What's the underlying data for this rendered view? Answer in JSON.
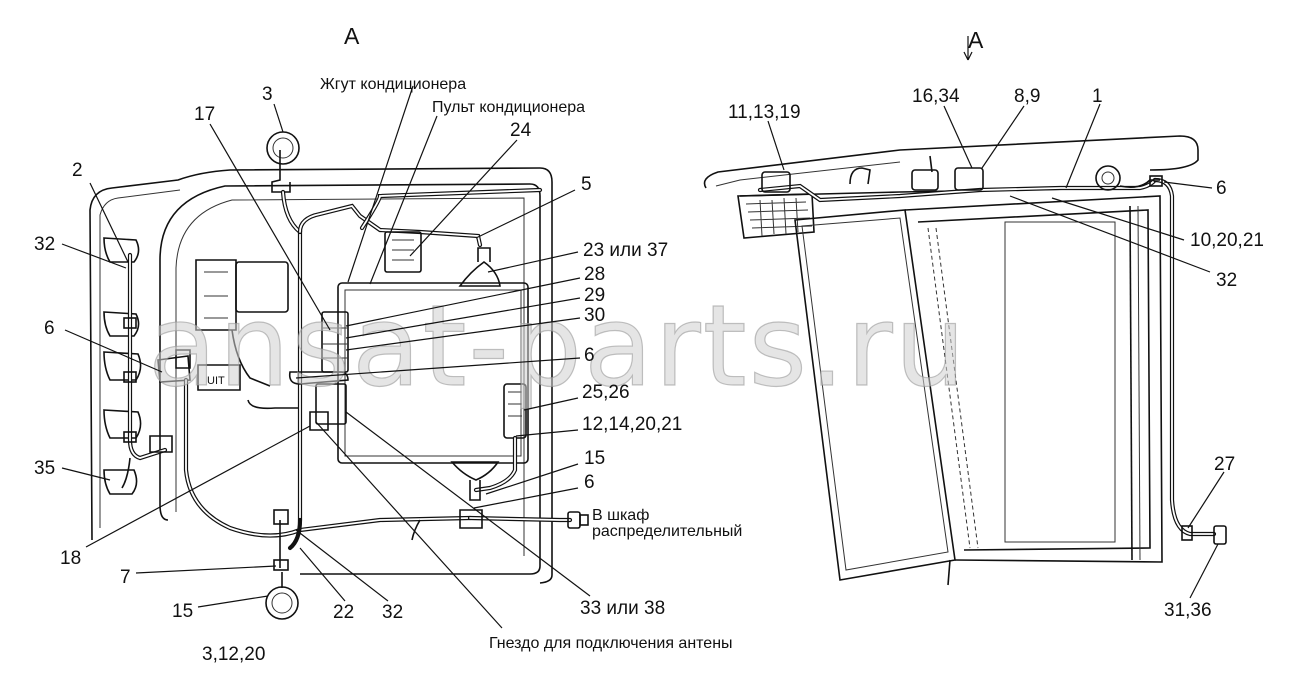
{
  "views": {
    "left_view_title": "А",
    "right_view_title": "А"
  },
  "watermark": "ansat-parts.ru",
  "callouts_left": {
    "l2": "2",
    "l32a": "32",
    "l6a": "6",
    "l35": "35",
    "l18": "18",
    "l7": "7",
    "l15a": "15",
    "l3b": "3,12,20",
    "l22": "22",
    "l32b": "32",
    "l3": "3",
    "l17": "17",
    "l24": "24",
    "l5": "5",
    "l23": "23 или 37",
    "l28": "28",
    "l29": "29",
    "l30": "30",
    "l6b": "6",
    "l25": "25,26",
    "l12": "12,14,20,21",
    "l15b": "15",
    "l6c": "6",
    "l33": "33 или 38"
  },
  "captions_left": {
    "harness": "Жгут кондиционера",
    "panel": "Пульт кондиционера",
    "cabinet_line1": "В шкаф",
    "cabinet_line2": "распределительный",
    "antenna": "Гнездо для подключения антены"
  },
  "callouts_right": {
    "r11": "11,13,19",
    "r16": "16,34",
    "r8": "8,9",
    "r1": "1",
    "r6": "6",
    "r10": "10,20,21",
    "r32": "32",
    "r27": "27",
    "r31": "31,36"
  }
}
